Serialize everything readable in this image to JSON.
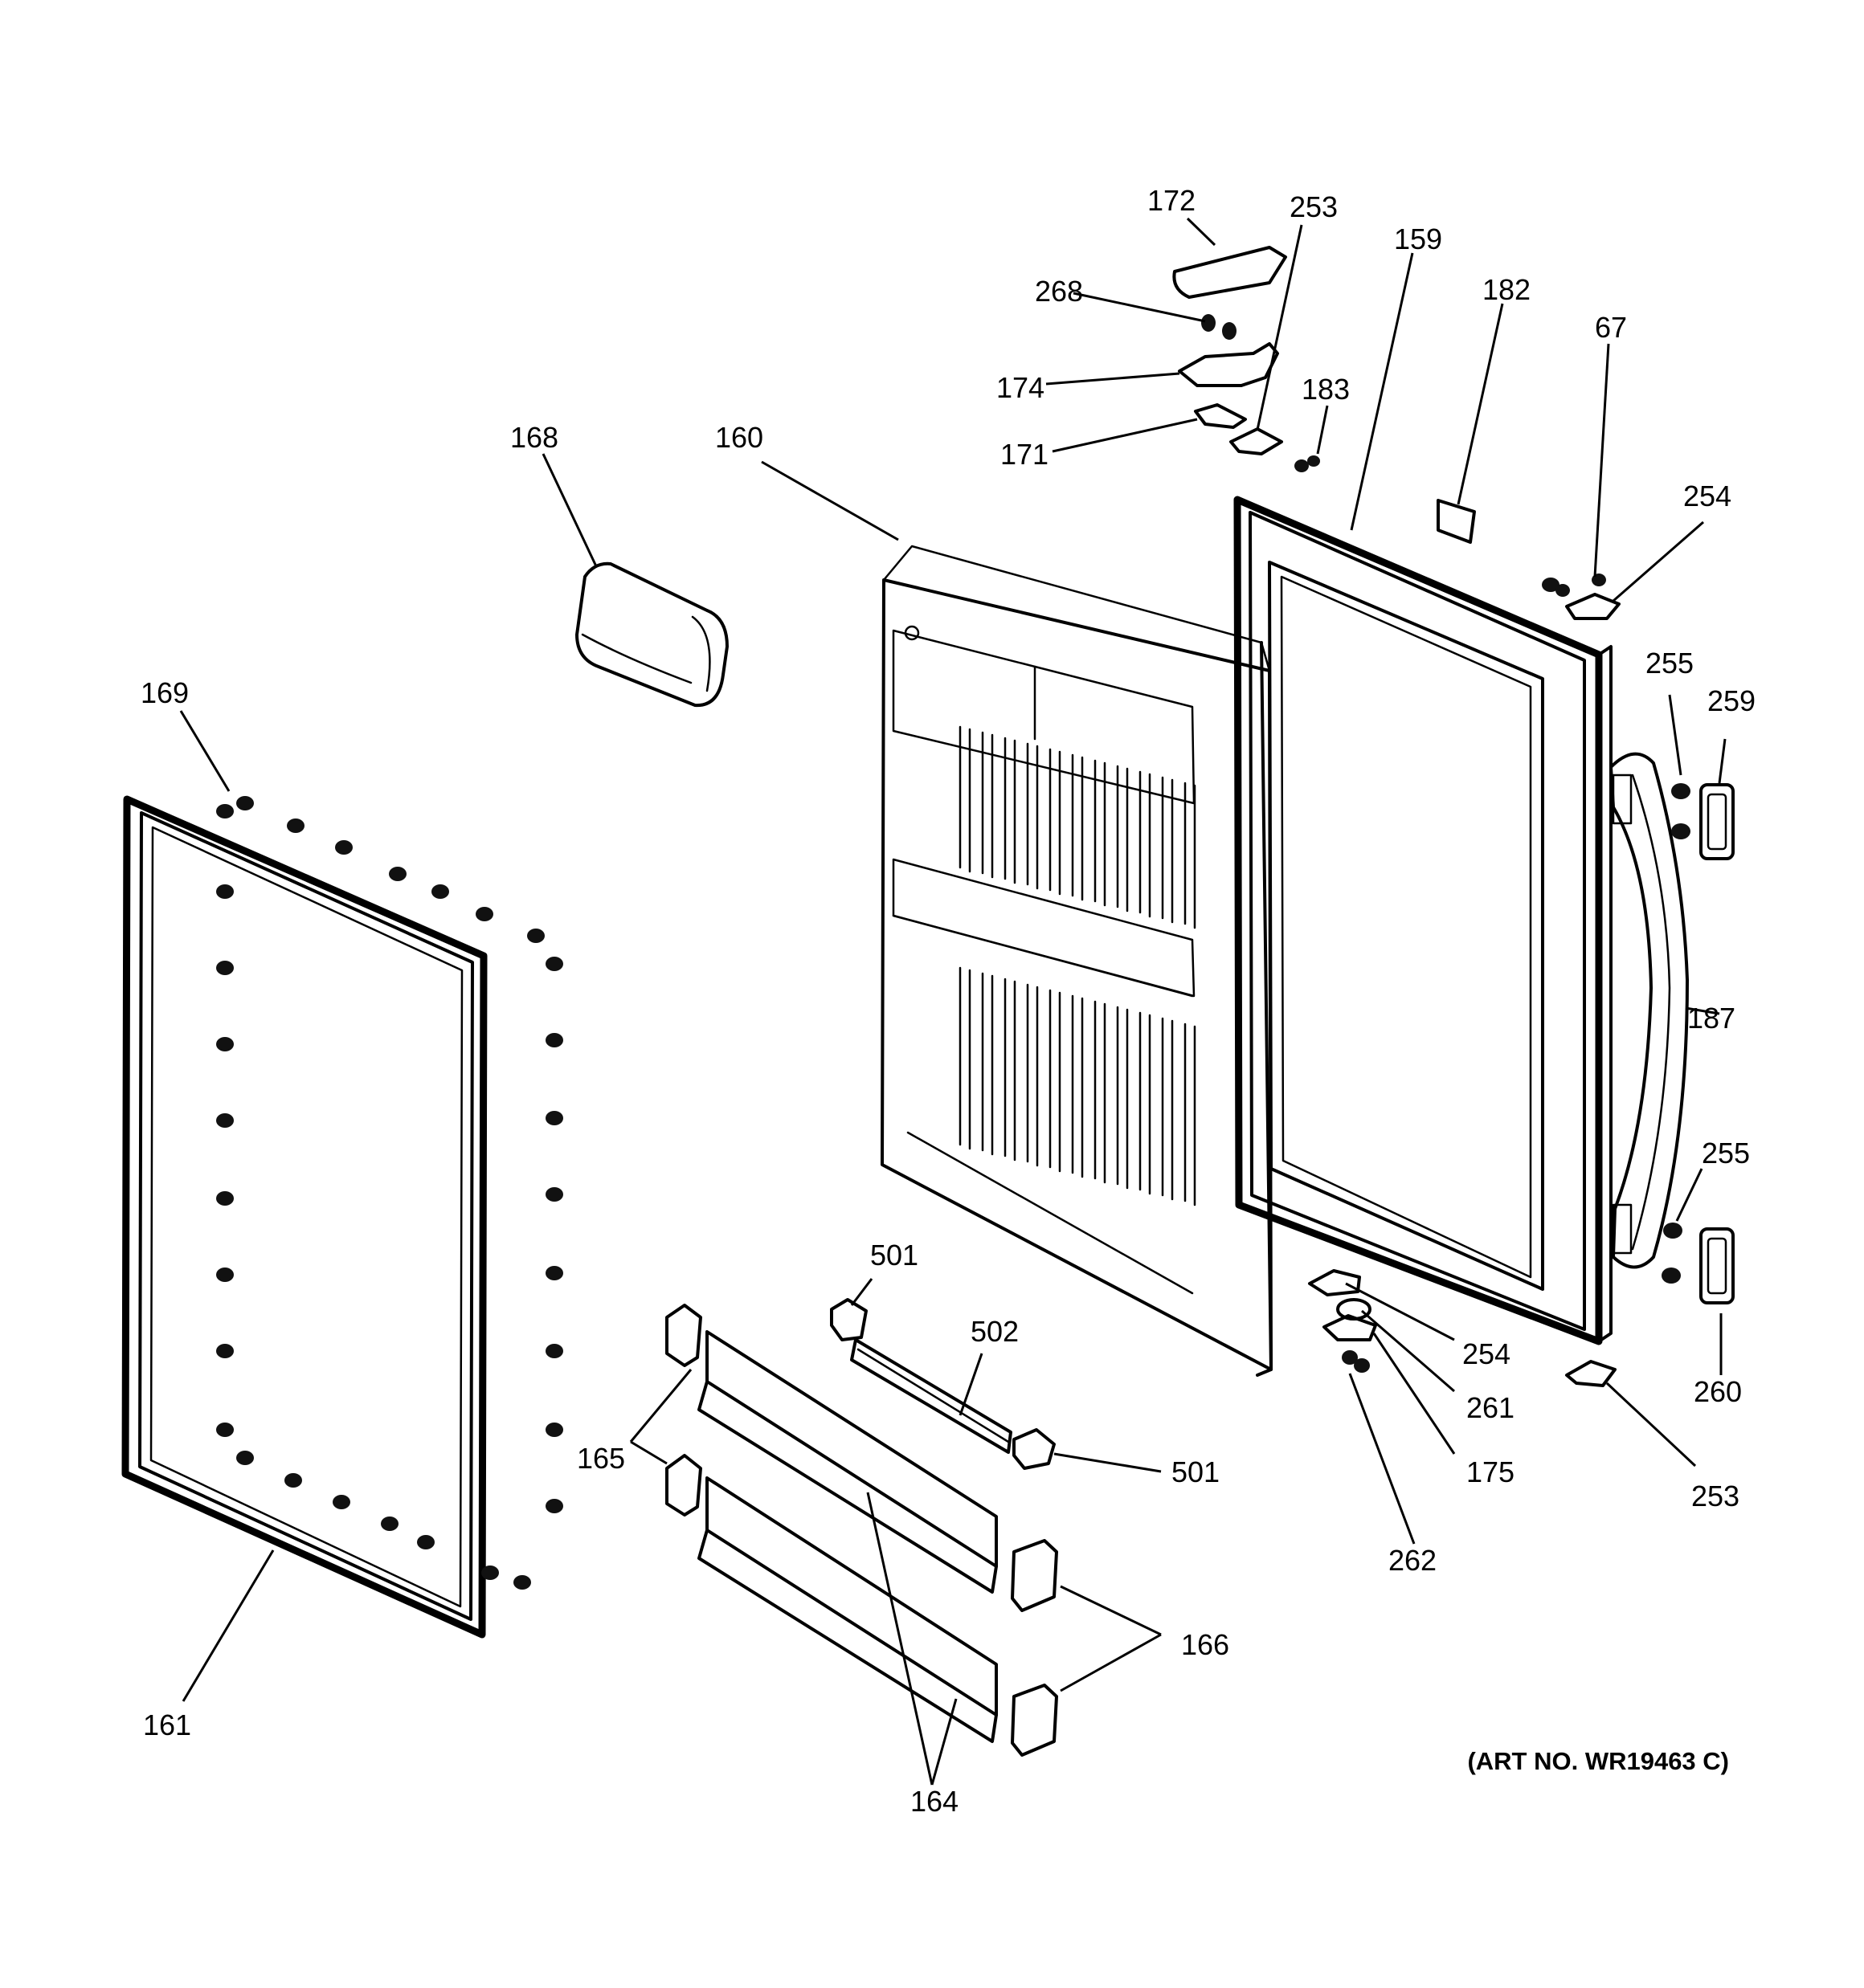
{
  "art_number": "(ART NO. WR19463 C)",
  "callouts": {
    "c172": "172",
    "c253_top": "253",
    "c159": "159",
    "c182": "182",
    "c67": "67",
    "c268": "268",
    "c174": "174",
    "c183": "183",
    "c171": "171",
    "c168": "168",
    "c160": "160",
    "c254_top": "254",
    "c169": "169",
    "c255_top": "255",
    "c259": "259",
    "c187": "187",
    "c255_bottom": "255",
    "c501_top": "501",
    "c502": "502",
    "c254_bottom": "254",
    "c261": "261",
    "c260": "260",
    "c175": "175",
    "c253_bottom": "253",
    "c165": "165",
    "c501_bottom": "501",
    "c262": "262",
    "c166": "166",
    "c161": "161",
    "c164": "164"
  }
}
